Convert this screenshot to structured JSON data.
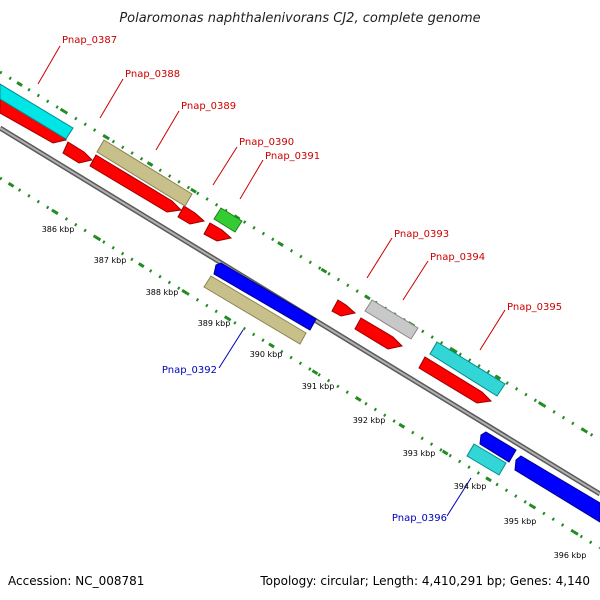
{
  "title": "Polaromonas naphthalenivorans CJ2, complete genome",
  "footer": {
    "accession": "Accession: NC_008781",
    "summary": "Topology: circular; Length: 4,410,291 bp; Genes: 4,140"
  },
  "colors": {
    "forward_label": "#cc0000",
    "reverse_label": "#0000bb",
    "backbone": "#8c8c8c",
    "ruler_dots": "#228b22"
  },
  "gene_labels": [
    {
      "id": "label-pnap-0387",
      "text": "Pnap_0387",
      "strand": "forward"
    },
    {
      "id": "label-pnap-0388",
      "text": "Pnap_0388",
      "strand": "forward"
    },
    {
      "id": "label-pnap-0389",
      "text": "Pnap_0389",
      "strand": "forward"
    },
    {
      "id": "label-pnap-0390",
      "text": "Pnap_0390",
      "strand": "forward"
    },
    {
      "id": "label-pnap-0391",
      "text": "Pnap_0391",
      "strand": "forward"
    },
    {
      "id": "label-pnap-0393",
      "text": "Pnap_0393",
      "strand": "forward"
    },
    {
      "id": "label-pnap-0394",
      "text": "Pnap_0394",
      "strand": "forward"
    },
    {
      "id": "label-pnap-0395",
      "text": "Pnap_0395",
      "strand": "forward"
    },
    {
      "id": "label-pnap-0392",
      "text": "Pnap_0392",
      "strand": "reverse"
    },
    {
      "id": "label-pnap-0396",
      "text": "Pnap_0396",
      "strand": "reverse"
    }
  ],
  "ticks": [
    "386 kbp",
    "387 kbp",
    "388 kbp",
    "389 kbp",
    "390 kbp",
    "391 kbp",
    "392 kbp",
    "393 kbp",
    "394 kbp",
    "395 kbp",
    "396 kbp"
  ]
}
